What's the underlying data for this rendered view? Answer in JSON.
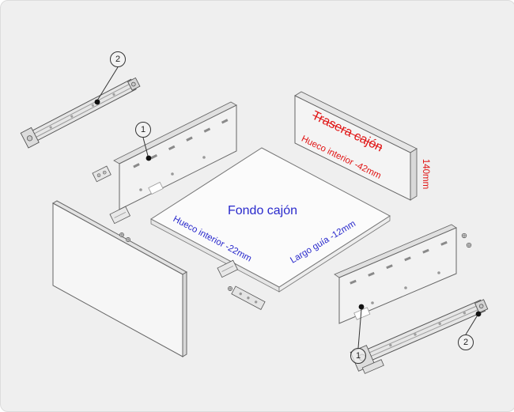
{
  "annotations": {
    "bottom_panel_label": "Fondo cajón",
    "bottom_panel_width_dim": "Hueco interior -22mm",
    "bottom_panel_depth_dim": "Largo guía -12mm",
    "back_panel_label": "Trasera cajón",
    "back_panel_width_dim": "Hueco interior -42mm",
    "back_panel_height_dim": "140mm"
  },
  "callouts": {
    "left_rail": "2",
    "left_side_panel": "1",
    "right_side_panel": "1",
    "right_rail": "2"
  },
  "colors": {
    "annotation_blue": "#2929cc",
    "annotation_red": "#e01414",
    "background": "#efefef",
    "line_gray": "#555555"
  }
}
